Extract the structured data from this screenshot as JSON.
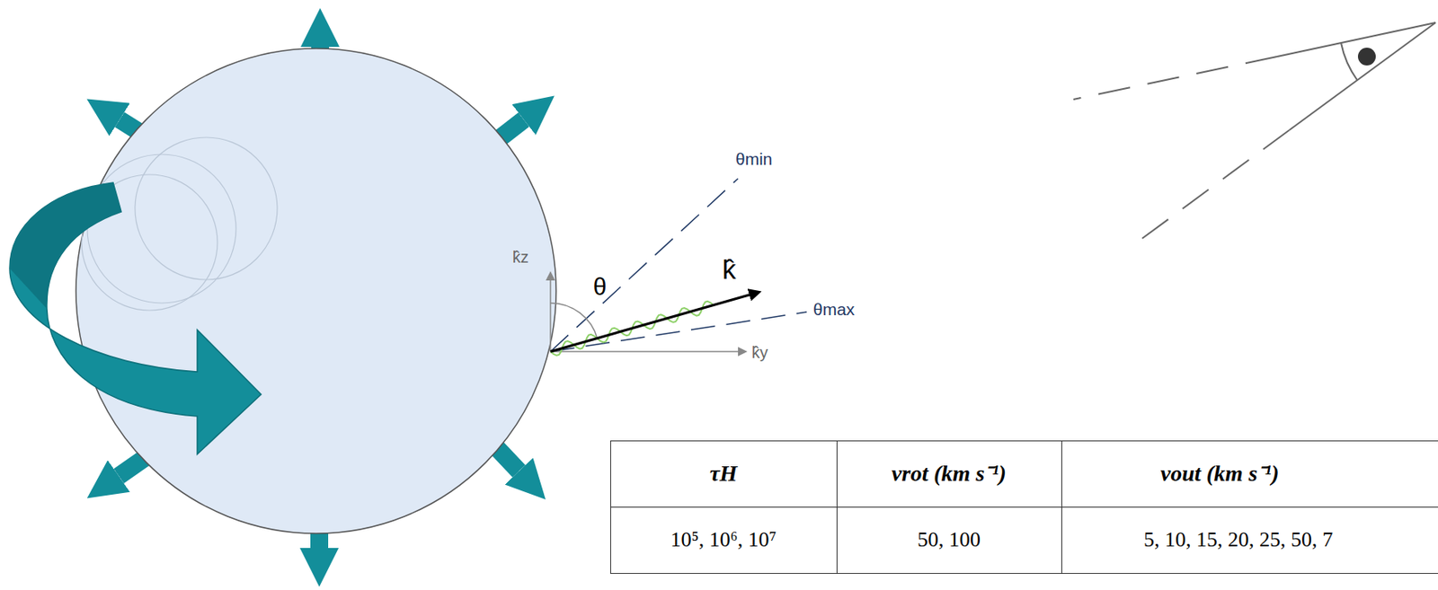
{
  "diagram": {
    "labels": [
      "θmin",
      "θmax",
      "θ",
      "k̂",
      "k̂z",
      "k̂y",
      "τH",
      "vrot (km s⁻¹)",
      "vout (km s⁻¹)",
      "10⁵, 10⁶, 10⁷",
      "50, 100",
      "5, 10, 15, 20, 25, 50, 7"
    ]
  }
}
